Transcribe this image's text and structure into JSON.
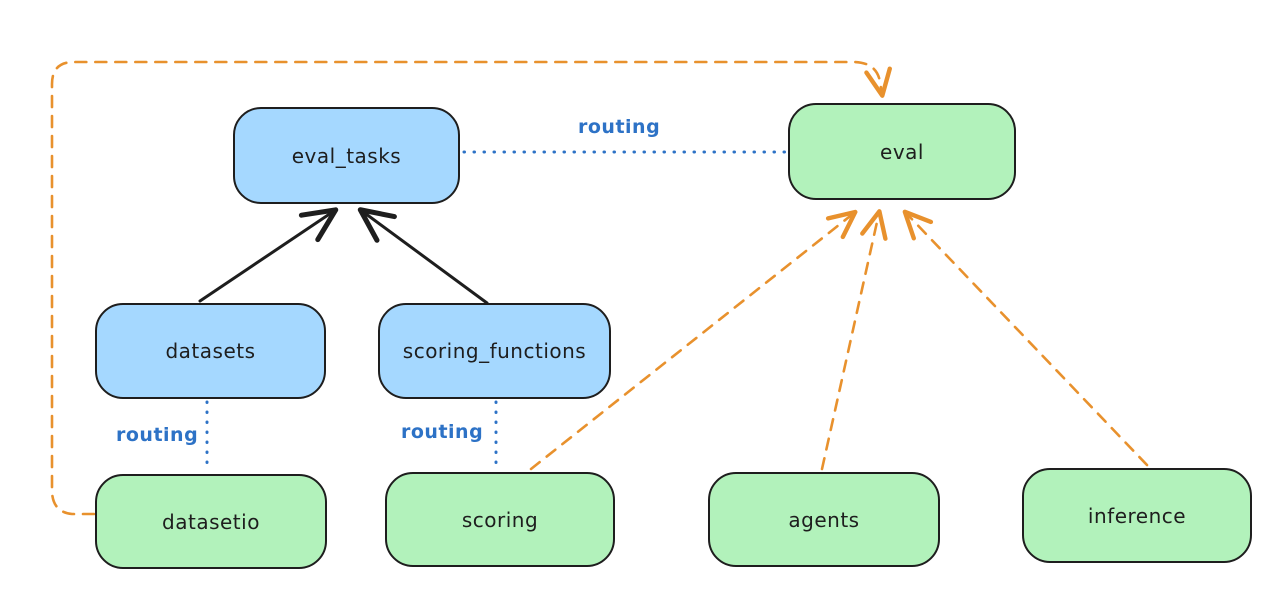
{
  "diagram": {
    "background": "#ffffff",
    "colors": {
      "node_blue_fill": "#a5d8ff",
      "node_green_fill": "#b2f2bb",
      "node_outline": "#1e1e1e",
      "routing_blue": "#2d72c6",
      "edge_orange": "#e8912d",
      "edge_black": "#1e1e1e"
    },
    "nodes": {
      "eval_tasks": {
        "label": "eval_tasks",
        "fill": "blue"
      },
      "eval": {
        "label": "eval",
        "fill": "green"
      },
      "datasets": {
        "label": "datasets",
        "fill": "blue"
      },
      "scoring_functions": {
        "label": "scoring_functions",
        "fill": "blue"
      },
      "datasetio": {
        "label": "datasetio",
        "fill": "green"
      },
      "scoring": {
        "label": "scoring",
        "fill": "green"
      },
      "agents": {
        "label": "agents",
        "fill": "green"
      },
      "inference": {
        "label": "inference",
        "fill": "green"
      }
    },
    "edge_labels": {
      "eval_tasks_to_eval": "routing",
      "datasets_to_datasetio": "routing",
      "scoring_functions_to_scoring": "routing"
    },
    "edges": [
      {
        "from": "datasets",
        "to": "eval_tasks",
        "style": "solid-black-arrow",
        "label": ""
      },
      {
        "from": "scoring_functions",
        "to": "eval_tasks",
        "style": "solid-black-arrow",
        "label": ""
      },
      {
        "from": "eval_tasks",
        "to": "eval",
        "style": "dotted-blue",
        "label": "routing"
      },
      {
        "from": "datasets",
        "to": "datasetio",
        "style": "dotted-blue",
        "label": "routing"
      },
      {
        "from": "scoring_functions",
        "to": "scoring",
        "style": "dotted-blue",
        "label": "routing"
      },
      {
        "from": "datasetio",
        "to": "eval",
        "style": "dashed-orange-arrow",
        "label": ""
      },
      {
        "from": "scoring",
        "to": "eval",
        "style": "dashed-orange-arrow",
        "label": ""
      },
      {
        "from": "agents",
        "to": "eval",
        "style": "dashed-orange-arrow",
        "label": ""
      },
      {
        "from": "inference",
        "to": "eval",
        "style": "dashed-orange-arrow",
        "label": ""
      }
    ]
  }
}
